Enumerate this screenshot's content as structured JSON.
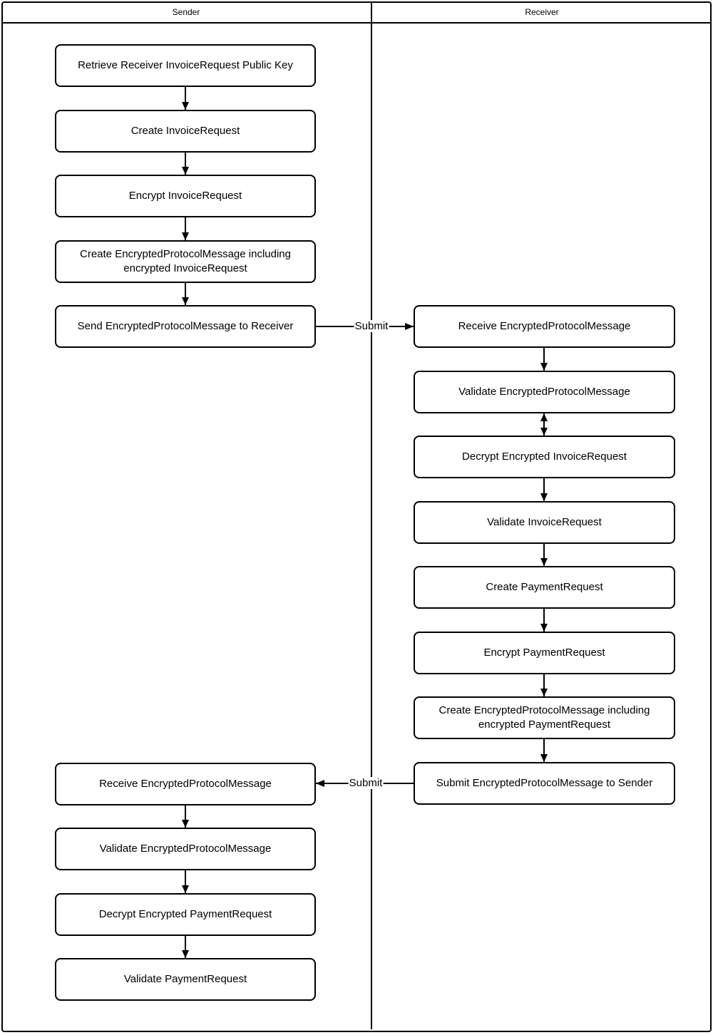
{
  "diagram": {
    "lanes": {
      "sender": "Sender",
      "receiver": "Receiver"
    },
    "nodes": {
      "s1": "Retrieve Receiver InvoiceRequest Public Key",
      "s2": "Create InvoiceRequest",
      "s3": "Encrypt InvoiceRequest",
      "s4": "Create EncryptedProtocolMessage including encrypted InvoiceRequest",
      "s5": "Send EncryptedProtocolMessage to Receiver",
      "s6": "Receive EncryptedProtocolMessage",
      "s7": "Validate EncryptedProtocolMessage",
      "s8": "Decrypt Encrypted PaymentRequest",
      "s9": "Validate PaymentRequest",
      "r1": "Receive EncryptedProtocolMessage",
      "r2": "Validate EncryptedProtocolMessage",
      "r3": "Decrypt Encrypted InvoiceRequest",
      "r4": "Validate InvoiceRequest",
      "r5": "Create PaymentRequest",
      "r6": "Encrypt PaymentRequest",
      "r7": "Create EncryptedProtocolMessage including encrypted PaymentRequest",
      "r8": "Submit EncryptedProtocolMessage to Sender"
    },
    "edge_labels": {
      "submit_to_receiver": "Submit",
      "submit_to_sender": "Submit"
    },
    "colors": {
      "stroke": "#000000",
      "fill": "#ffffff"
    }
  }
}
